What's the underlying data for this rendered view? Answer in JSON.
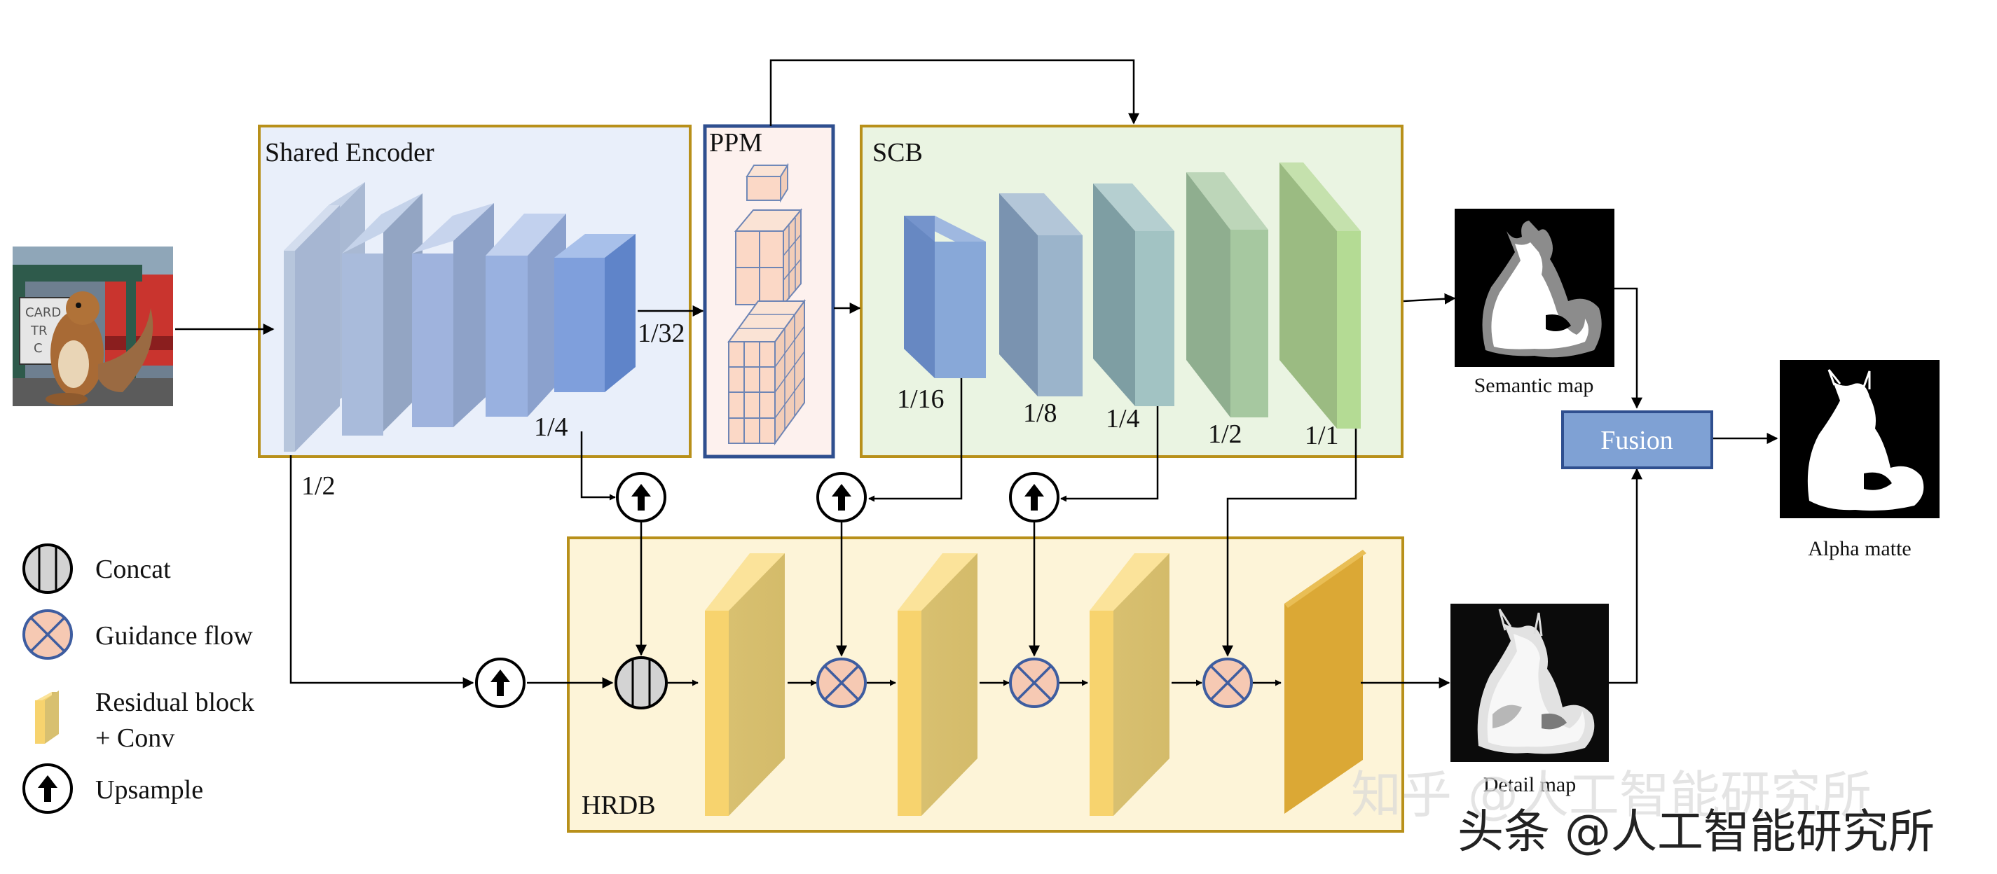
{
  "modules": {
    "encoder": "Shared Encoder",
    "ppm": "PPM",
    "scb": "SCB",
    "hrdb": "HRDB",
    "fusion": "Fusion"
  },
  "scales": {
    "enc_half": "1/2",
    "enc_quarter": "1/4",
    "enc_32": "1/32",
    "scb_16": "1/16",
    "scb_8": "1/8",
    "scb_4": "1/4",
    "scb_2": "1/2",
    "scb_1": "1/1"
  },
  "outputs": {
    "semantic": "Semantic map",
    "detail": "Detail map",
    "alpha": "Alpha matte"
  },
  "input_sign": [
    "CARD",
    "TR",
    "C"
  ],
  "legend": {
    "concat": "Concat",
    "guidance": "Guidance flow",
    "residual_1": "Residual block",
    "residual_2": "+ Conv",
    "upsample": "Upsample"
  },
  "watermarks": {
    "line1": "知乎 @人工智能研究所",
    "line2": "头条 @人工智能研究所"
  },
  "colors": {
    "module_border": "#b8901a",
    "ppm_border": "#2f4f8f",
    "encoder_bg": "#e9effa",
    "scb_bg": "#eaf4e2",
    "hrdb_bg": "#fdf4d8",
    "ppm_bg": "#fdf1ee",
    "fusion_fill": "#7fa1d4"
  }
}
